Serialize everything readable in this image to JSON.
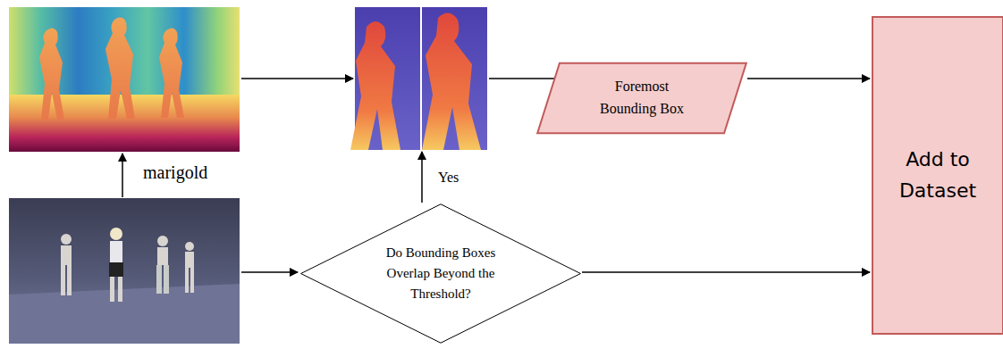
{
  "diagram": {
    "nodes": [
      {
        "text": [
          "Foremost Bounding Box"
        ]
      },
      {
        "text": [
          "Add to Dataset"
        ]
      },
      {
        "text": [
          "Do Bounding Boxes Overlap Beyond the Threshold?"
        ]
      }
    ],
    "edges": [
      {
        "from": 0,
        "to": 1,
        "arrow": "to"
      },
      {
        "from": 2,
        "to": 1,
        "arrow": "to"
      }
    ],
    "labels": [
      "marigold",
      "Yes"
    ]
  }
}
